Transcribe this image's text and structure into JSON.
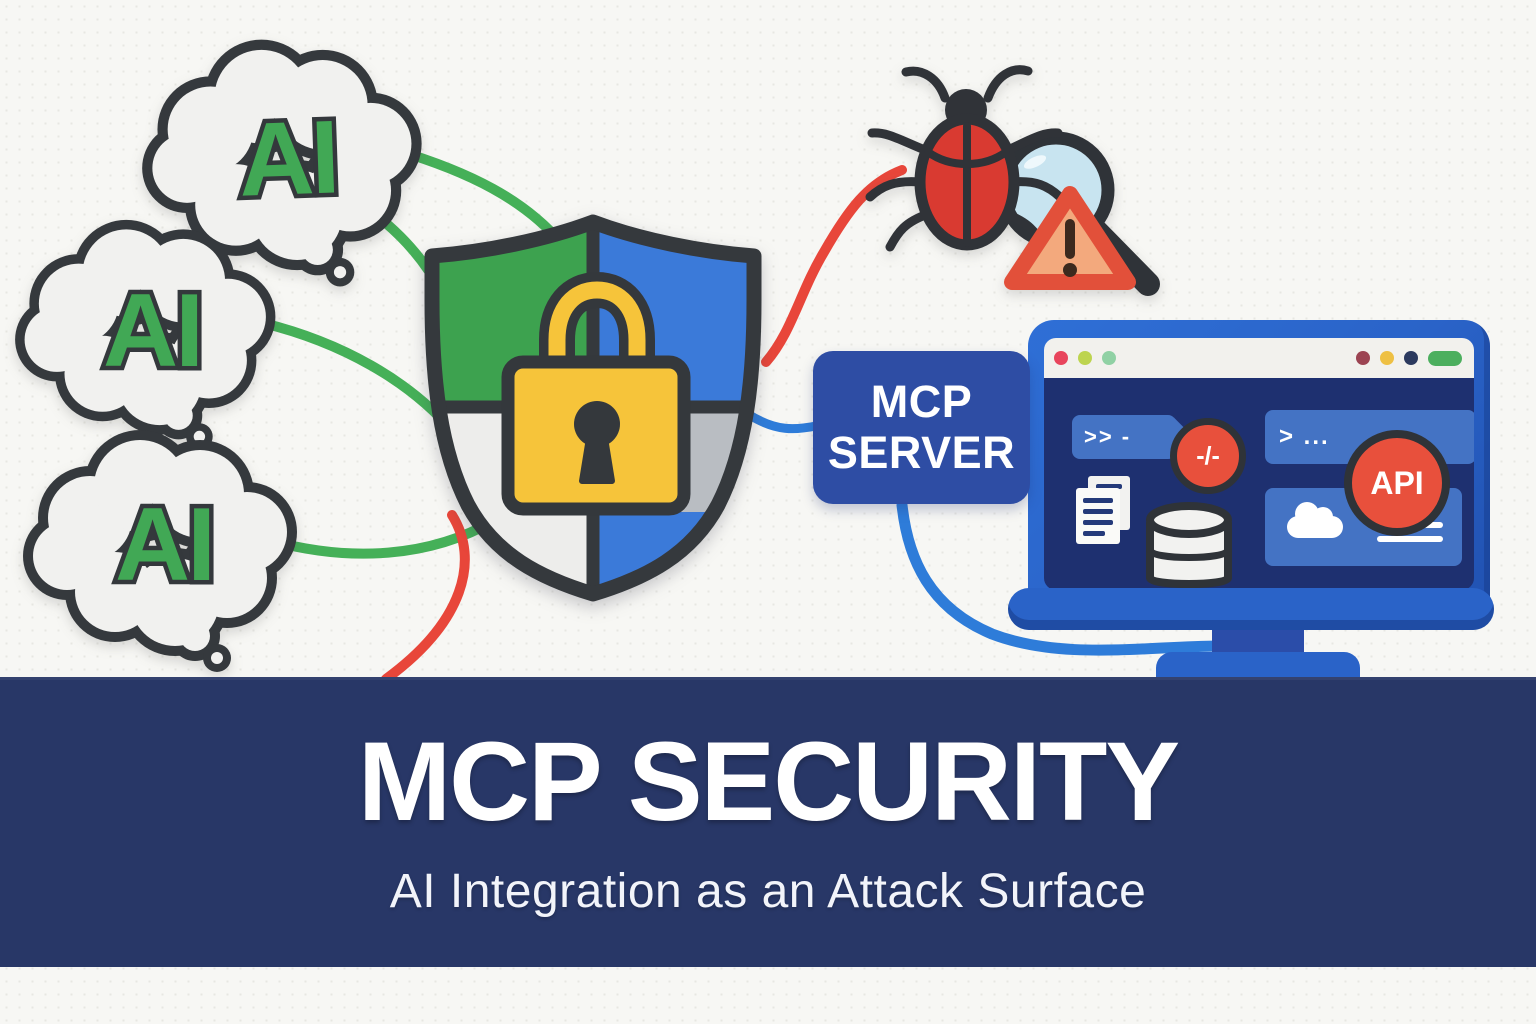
{
  "illustration": {
    "ai_clients": [
      {
        "label": "AI"
      },
      {
        "label": "AI"
      },
      {
        "label": "AI"
      }
    ],
    "mcp_server_badge": {
      "line1": "MCP",
      "line2": "SERVER"
    },
    "monitor_screen": {
      "terminal_left": ">> -",
      "code_badge": "-/-",
      "terminal_right": "> ...",
      "api_badge": "API"
    }
  },
  "banner": {
    "title": "MCP SECURITY",
    "subtitle": "AI Integration as an Attack Surface"
  },
  "colors": {
    "ai_green": "#41a855",
    "shield_green": "#3da24f",
    "shield_blue": "#3b7ad9",
    "lock_yellow": "#f6c43a",
    "alert_red": "#e8503c",
    "server_blue": "#2e4da4",
    "monitor_blue": "#2a63c8",
    "screen_navy": "#1e3070",
    "banner_navy": "#283767"
  }
}
